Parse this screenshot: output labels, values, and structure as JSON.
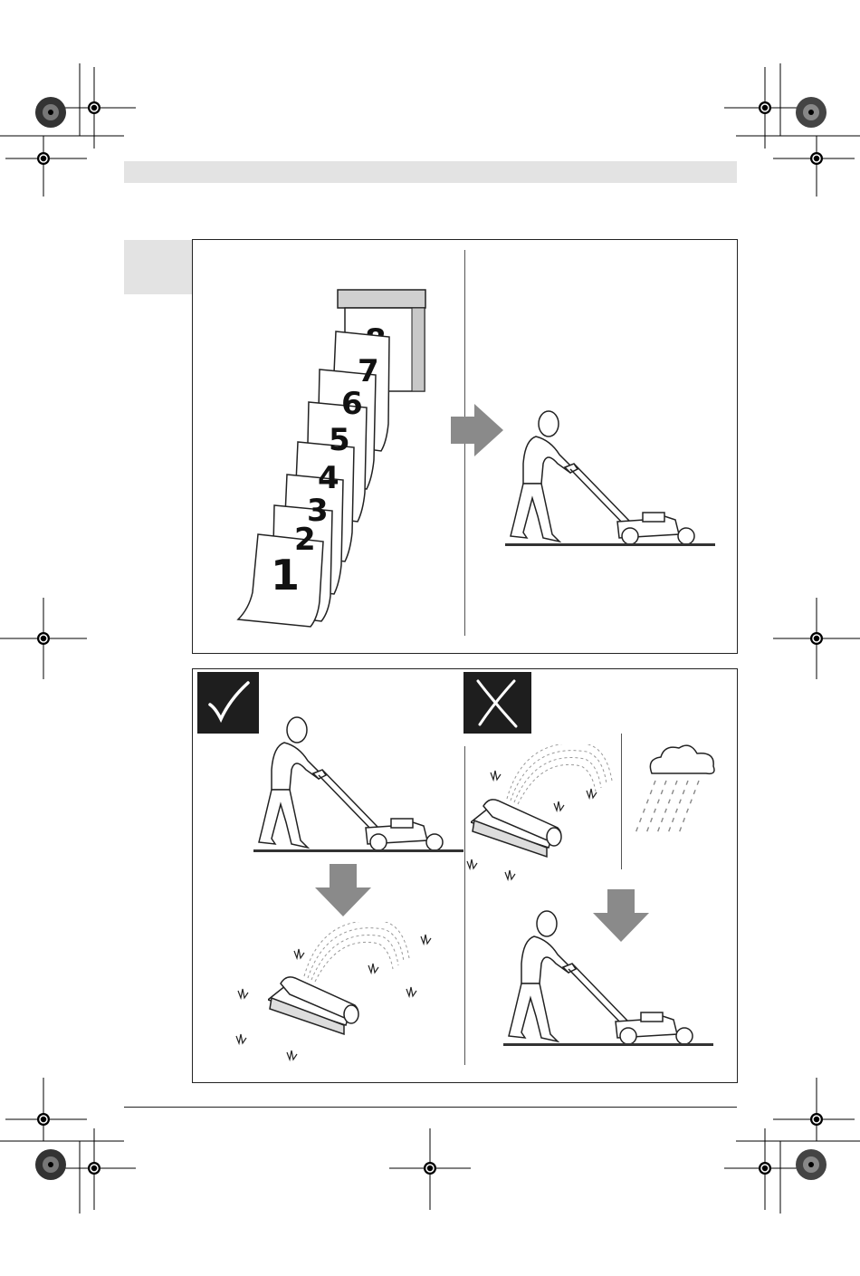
{
  "calendar": {
    "pages": [
      "1",
      "2",
      "3",
      "4",
      "5",
      "6",
      "7",
      "8"
    ]
  },
  "icons": {
    "do": "checkmark-icon",
    "dont": "cross-icon"
  },
  "colors": {
    "band": "#e3e3e3",
    "arrow": "#8a8a8a",
    "badge": "#1e1e1e"
  }
}
